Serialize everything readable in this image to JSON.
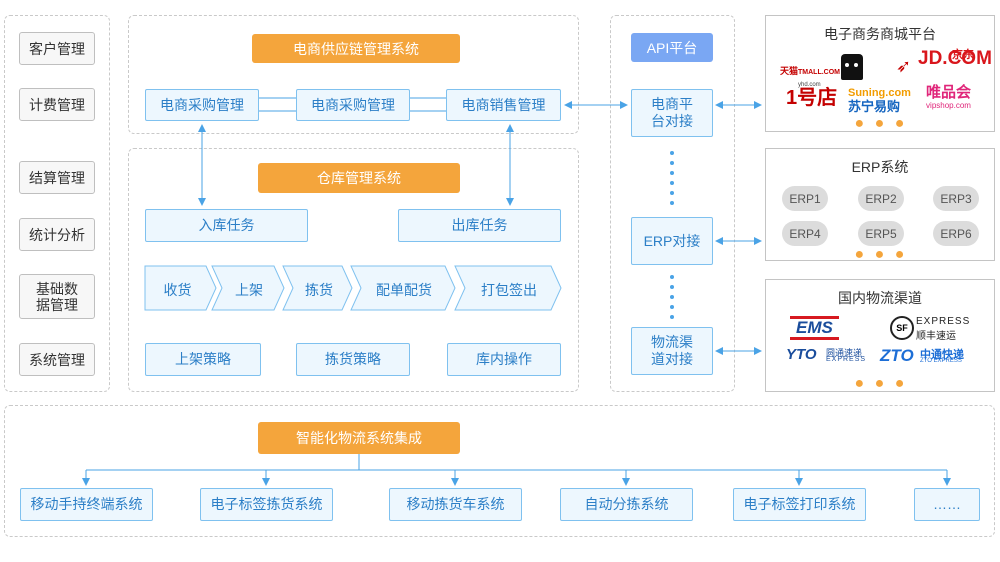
{
  "sidebar": {
    "items": [
      "客户管理",
      "计费管理",
      "结算管理",
      "统计分析",
      "基础数据管理",
      "系统管理"
    ]
  },
  "supply_chain": {
    "title": "电商供应链管理系统",
    "nodes": [
      "电商采购管理",
      "电商采购管理",
      "电商销售管理"
    ]
  },
  "warehouse": {
    "title": "仓库管理系统",
    "inbound": "入库任务",
    "outbound": "出库任务",
    "flow": [
      "收货",
      "上架",
      "拣货",
      "配单配货",
      "打包签出"
    ],
    "strategies": [
      "上架策略",
      "拣货策略",
      "库内操作"
    ]
  },
  "api": {
    "title": "API平台",
    "nodes": [
      "电商平台对接",
      "ERP对接",
      "物流渠道对接"
    ]
  },
  "ecommerce_panel": {
    "title": "电子商务商城平台",
    "logos": [
      "天猫",
      "TMALL.COM",
      "JD.COM",
      "京东",
      "1号店",
      "yhd.com",
      "Suning.com",
      "苏宁易购",
      "唯品会",
      "vipshop.com"
    ]
  },
  "erp_panel": {
    "title": "ERP系统",
    "items": [
      "ERP1",
      "ERP2",
      "ERP3",
      "ERP4",
      "ERP5",
      "ERP6"
    ]
  },
  "logistics_panel": {
    "title": "国内物流渠道",
    "logos": [
      "EMS",
      "EXPRESS",
      "顺丰速运",
      "YTO",
      "圆通速递",
      "EXPRESS",
      "ZTO",
      "中通快递",
      "ZTO EXPRESS"
    ]
  },
  "integration": {
    "title": "智能化物流系统集成",
    "items": [
      "移动手持终端系统",
      "电子标签拣货系统",
      "移动拣货车系统",
      "自动分拣系统",
      "电子标签打印系统",
      "……"
    ]
  },
  "more_dots": "● ● ●",
  "colors": {
    "orange": "#f4a53c",
    "blue_border": "#7fc1ef",
    "blue_text": "#2c7fc7",
    "api_blue": "#7aa7f3",
    "arrow": "#4aa3e6"
  }
}
